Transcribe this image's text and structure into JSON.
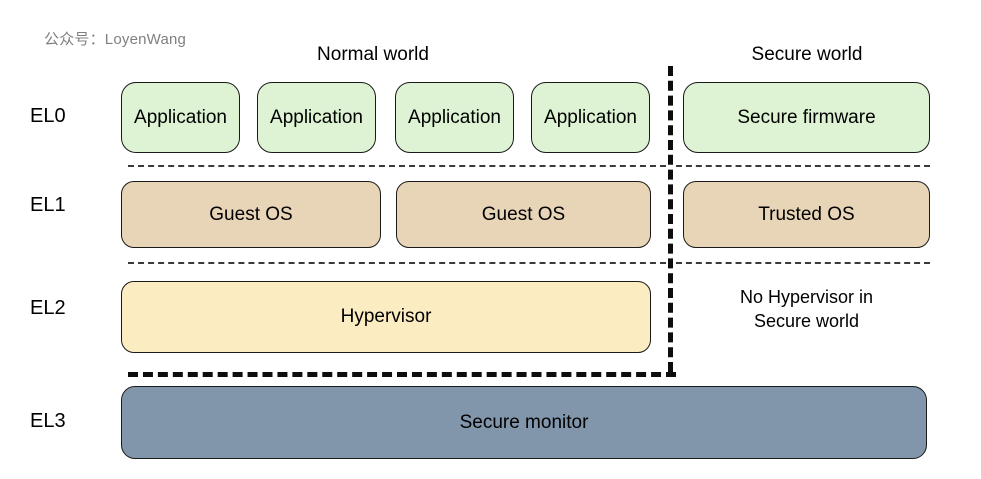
{
  "diagram": {
    "title_watermark": "公众号：LoyenWang",
    "worlds": [
      {
        "name": "normal-world",
        "label": "Normal world"
      },
      {
        "name": "secure-world",
        "label": "Secure world"
      }
    ],
    "exception_levels": [
      {
        "id": "EL0",
        "label": "EL0"
      },
      {
        "id": "EL1",
        "label": "EL1"
      },
      {
        "id": "EL2",
        "label": "EL2"
      },
      {
        "id": "EL3",
        "label": "EL3"
      }
    ],
    "el0": {
      "normal_boxes": [
        {
          "label": "Application"
        },
        {
          "label": "Application"
        },
        {
          "label": "Application"
        },
        {
          "label": "Application"
        }
      ],
      "secure_boxes": [
        {
          "label": "Secure firmware"
        }
      ]
    },
    "el1": {
      "normal_boxes": [
        {
          "label": "Guest OS"
        },
        {
          "label": "Guest OS"
        }
      ],
      "secure_boxes": [
        {
          "label": "Trusted OS"
        }
      ]
    },
    "el2": {
      "normal_boxes": [
        {
          "label": "Hypervisor"
        }
      ],
      "secure_note": "No Hypervisor in\nSecure world"
    },
    "el3": {
      "spanning_boxes": [
        {
          "label": "Secure monitor"
        }
      ]
    },
    "colors": {
      "el0_fill": "#ddf3d3",
      "el1_fill": "#e8d5b7",
      "el2_fill": "#fcecc2",
      "el3_fill": "#8195ab",
      "box_stroke": "#1a1a1a",
      "separator": "#3a3a3a",
      "divider": "#0d0d0d",
      "watermark_text": "#808080",
      "text": "#000000",
      "background": "#ffffff"
    }
  }
}
